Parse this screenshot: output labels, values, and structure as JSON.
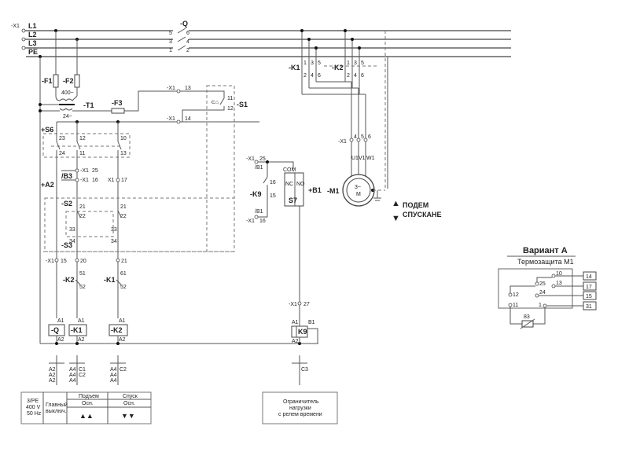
{
  "bus": {
    "terminal": "-X1",
    "l1": "L1",
    "l2": "L2",
    "l3": "L3",
    "pe": "PE"
  },
  "main_switch": {
    "label": "-Q",
    "c5": "5",
    "c6": "6",
    "c3": "3",
    "c4": "4",
    "c1": "1",
    "c2": "2"
  },
  "control": {
    "f1": "-F1",
    "f2": "-F2",
    "t1": "-T1",
    "t1_primary": "400~",
    "t1_secondary": "24~",
    "f3": "-F3",
    "x1_13": "-X1",
    "n13": "13",
    "x1_14": "-X1",
    "n14": "14",
    "s1": "-S1",
    "s1_11": "11",
    "s1_12": "12",
    "s6": "+S6",
    "s6_23": "23",
    "s6_24": "24",
    "s6_12": "12",
    "s6_11": "11",
    "s6_10": "10",
    "s6_13": "13",
    "b3": "/B3",
    "x1_25": "-X1",
    "n25": "25",
    "x1_16": "-X1",
    "n16": "16",
    "x1_17": "X1",
    "n17": "17",
    "a2": "+A2",
    "s2": "-S2",
    "s3": "-S3",
    "s2_21a": "21",
    "s2_22a": "22",
    "s2_21b": "21",
    "s2_22b": "22",
    "s3_33a": "33",
    "s3_34a": "34",
    "s3_33b": "33",
    "s3_34b": "34",
    "x1_15": "-X1",
    "n15": "15",
    "n20": "20",
    "n21": "21",
    "k2c": "-K2",
    "k2c_51": "51",
    "k2c_52": "52",
    "k1c": "-K1",
    "k1c_61": "61",
    "k1c_52": "52",
    "coil_q": "-Q",
    "coil_k1": "-K1",
    "coil_k2": "-K2",
    "a1": "A1",
    "a2c": "A2",
    "ref_q": [
      "A2",
      "A2",
      "A2"
    ],
    "ref_k1_a": [
      "A4",
      "A4",
      "A4"
    ],
    "ref_k1_c": [
      "C1",
      "C2"
    ],
    "ref_k2_a": [
      "A4",
      "A4",
      "A4"
    ],
    "ref_k2_c": [
      "C2"
    ]
  },
  "limiter": {
    "x1_25": "-X1",
    "n25": "25",
    "b1a": "/B1",
    "k9": "-K9",
    "k9_16": "16",
    "k9_15": "15",
    "b1b": "/B1",
    "x1_16": "-X1",
    "n16": "16",
    "com": "COM",
    "nc": "NC",
    "no": "NO",
    "s7": "S7",
    "b1": "+B1",
    "x1_27": "-X1",
    "n27": "27",
    "coil": "K9",
    "a1": "A1",
    "b1pin": "B1",
    "a2": "A2",
    "ref": "C3"
  },
  "power": {
    "k1": "-K1",
    "k2": "-K2",
    "pins_top": [
      "1",
      "3",
      "5"
    ],
    "pins_bot": [
      "2",
      "4",
      "6"
    ],
    "x1": "-X1",
    "t4": "4",
    "t5": "5",
    "t6": "6",
    "u1": "U1",
    "v1": "V1",
    "w1": "W1",
    "m1": "-M1",
    "motor": "3~",
    "motor_m": "M",
    "up": "ПОДЕМ",
    "down": "СПУСКАНЕ"
  },
  "variant": {
    "title": "Вариант А",
    "subtitle": "Термозащита М1",
    "p10": "10",
    "p25": "25",
    "p13": "13",
    "p12": "12",
    "p24": "24",
    "p11": "11",
    "p1": "1",
    "p83": "83",
    "t14": "14",
    "t17": "17",
    "t15": "15",
    "t31": "31"
  },
  "legend": {
    "supply": [
      "3/PE",
      "400 V",
      "50 Hz"
    ],
    "main": [
      "Главный",
      "выключ."
    ],
    "up_head": "Подъем",
    "up_sub": "Осн.",
    "down_head": "Спуск",
    "down_sub": "Осн.",
    "up_arrows": "▲▲",
    "down_arrows": "▼▼",
    "limiter": [
      "Ограничитель",
      "нагрузки",
      "с релем времени"
    ]
  }
}
